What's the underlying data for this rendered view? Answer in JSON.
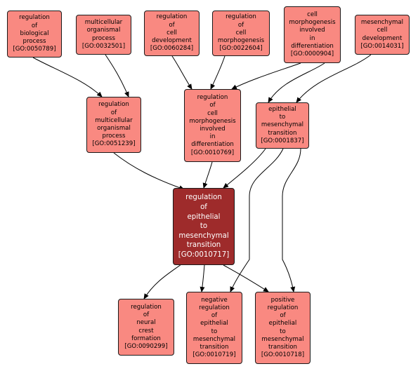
{
  "nodes": {
    "n0050789": {
      "lines": [
        "regulation",
        "of",
        "biological",
        "process",
        "[GO:0050789]"
      ]
    },
    "n0032501": {
      "lines": [
        "multicellular",
        "organismal",
        "process",
        "[GO:0032501]"
      ]
    },
    "n0060284": {
      "lines": [
        "regulation",
        "of",
        "cell",
        "development",
        "[GO:0060284]"
      ]
    },
    "n0022604": {
      "lines": [
        "regulation",
        "of",
        "cell",
        "morphogenesis",
        "[GO:0022604]"
      ]
    },
    "n0000904": {
      "lines": [
        "cell",
        "morphogenesis",
        "involved",
        "in",
        "differentiation",
        "[GO:0000904]"
      ]
    },
    "n0014031": {
      "lines": [
        "mesenchymal",
        "cell",
        "development",
        "[GO:0014031]"
      ]
    },
    "n0051239": {
      "lines": [
        "regulation",
        "of",
        "multicellular",
        "organismal",
        "process",
        "[GO:0051239]"
      ]
    },
    "n0010769": {
      "lines": [
        "regulation",
        "of",
        "cell",
        "morphogenesis",
        "involved",
        "in",
        "differentiation",
        "[GO:0010769]"
      ]
    },
    "n0001837": {
      "lines": [
        "epithelial",
        "to",
        "mesenchymal",
        "transition",
        "[GO:0001837]"
      ]
    },
    "n0010717": {
      "lines": [
        "regulation",
        "of",
        "epithelial",
        "to",
        "mesenchymal",
        "transition",
        "[GO:0010717]"
      ]
    },
    "n0090299": {
      "lines": [
        "regulation",
        "of",
        "neural",
        "crest",
        "formation",
        "[GO:0090299]"
      ]
    },
    "n0010719": {
      "lines": [
        "negative",
        "regulation",
        "of",
        "epithelial",
        "to",
        "mesenchymal",
        "transition",
        "[GO:0010719]"
      ]
    },
    "n0010718": {
      "lines": [
        "positive",
        "regulation",
        "of",
        "epithelial",
        "to",
        "mesenchymal",
        "transition",
        "[GO:0010718]"
      ]
    }
  },
  "colors": {
    "node_fill": "#f98981",
    "focus_fill": "#9e2b2b",
    "edge": "#000000"
  }
}
